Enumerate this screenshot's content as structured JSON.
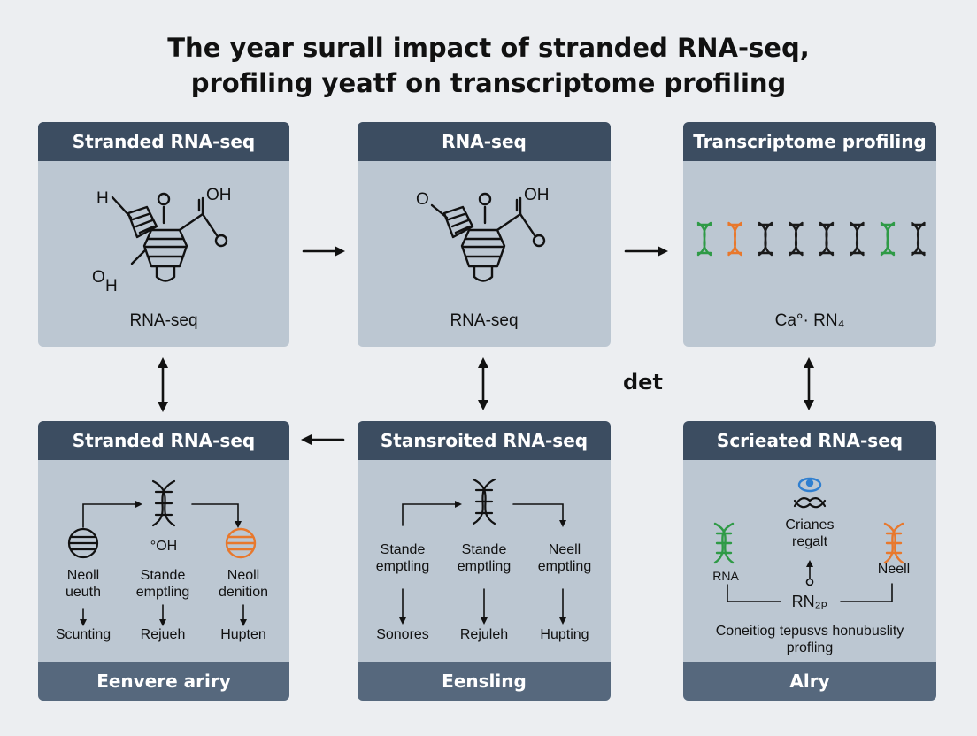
{
  "title": {
    "line1": "The year surall impact of stranded RNA-seq,",
    "line2": "profiling yeatf on transcriptome profiling"
  },
  "middle_label": "det",
  "cards": {
    "top_left": {
      "header": "Stranded RNA-seq",
      "atom_h": "H",
      "atom_o": "O",
      "atom_oh": "OH",
      "atom_oh2_o": "O",
      "atom_oh2_h": "H",
      "caption": "RNA-seq"
    },
    "top_middle": {
      "header": "RNA-seq",
      "atom_o1": "O",
      "atom_o2": "O",
      "atom_oh": "OH",
      "caption": "RNA-seq"
    },
    "top_right": {
      "header": "Transcriptome profiling",
      "caption": "Ca°· RN₄",
      "helix_colors": [
        "#2e9a46",
        "#e8782c",
        "#1a1a1a",
        "#1a1a1a",
        "#1a1a1a",
        "#1a1a1a",
        "#2e9a46",
        "#1a1a1a"
      ]
    },
    "bottom_left": {
      "header": "Stranded RNA-seq",
      "center_mark": "°OH",
      "col1": "Neoll\nueuth",
      "col2": "Stande\nemptling",
      "col3": "Neoll\ndenition",
      "out1": "Scunting",
      "out2": "Rejueh",
      "out3": "Hupten",
      "footer": "Eenvere ariry"
    },
    "bottom_middle": {
      "header": "Stansroited RNA-seq",
      "col1": "Stande\nemptling",
      "col2": "Stande\nemptling",
      "col3": "Neell\nemptling",
      "out1": "Sonores",
      "out2": "Rejuleh",
      "out3": "Hupting",
      "footer": "Eensling"
    },
    "bottom_right": {
      "header": "Scrieated RNA-seq",
      "center_label": "Crianes\nregalt",
      "left_label": "RNA",
      "right_label": "Neell",
      "bottom_node": "RN₂ₚ",
      "caption": "Coneitiog tepusvs honubuslity\nprofling",
      "footer": "Alry"
    }
  },
  "colors": {
    "header": "#3c4d61",
    "footer": "#56687d",
    "card": "#bcc7d2",
    "green": "#2e9a46",
    "orange": "#e8782c",
    "blue": "#2f7fd0"
  }
}
